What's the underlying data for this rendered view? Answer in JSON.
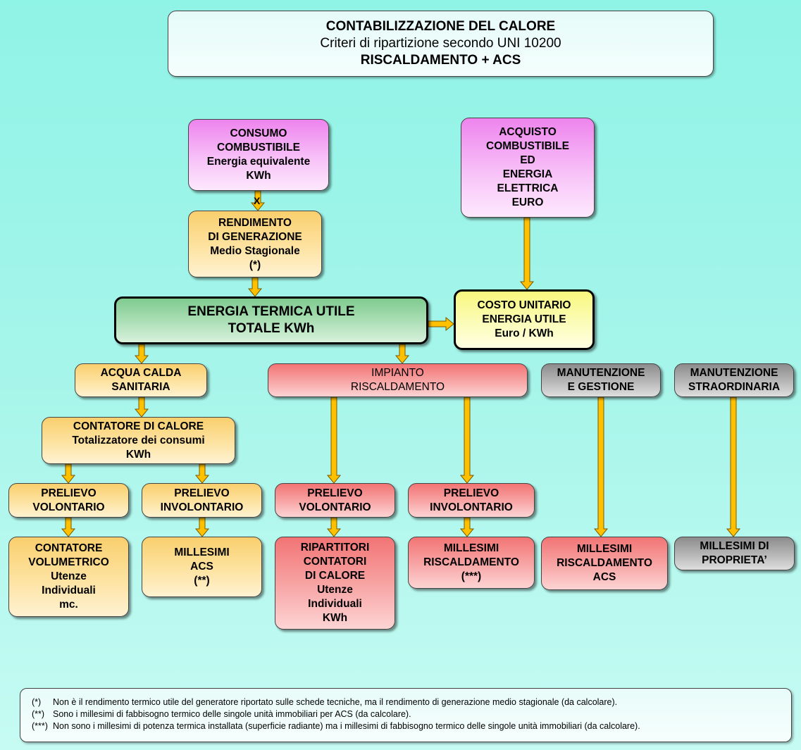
{
  "title": {
    "line1": "CONTABILIZZAZIONE DEL CALORE",
    "line2": "Criteri di ripartizione secondo UNI 10200",
    "line3": "RISCALDAMENTO + ACS"
  },
  "connector_label": "X",
  "nodes": {
    "consumo": [
      "CONSUMO",
      "COMBUSTIBILE",
      "Energia equivalente",
      "KWh"
    ],
    "acquisto": [
      "ACQUISTO",
      "COMBUSTIBILE",
      "ED",
      "ENERGIA",
      "ELETTRICA",
      "EURO"
    ],
    "rendimento": [
      "RENDIMENTO",
      "DI GENERAZIONE",
      "Medio Stagionale",
      "(*)"
    ],
    "energia": [
      "ENERGIA TERMICA UTILE",
      "TOTALE  KWh"
    ],
    "costo": [
      "COSTO UNITARIO",
      "ENERGIA UTILE",
      "Euro / KWh"
    ],
    "acs": [
      "ACQUA CALDA",
      "SANITARIA"
    ],
    "impianto": [
      "IMPIANTO",
      "RISCALDAMENTO"
    ],
    "man_gestione": [
      "MANUTENZIONE",
      "E GESTIONE"
    ],
    "man_straord": [
      "MANUTENZIONE",
      "STRAORDINARIA"
    ],
    "contatore_calore": [
      "CONTATORE DI CALORE",
      "Totalizzatore dei consumi",
      "KWh"
    ],
    "prel_vol_acs": [
      "PRELIEVO",
      "VOLONTARIO"
    ],
    "prel_invol_acs": [
      "PRELIEVO",
      "INVOLONTARIO"
    ],
    "prel_vol_risc": [
      "PRELIEVO",
      "VOLONTARIO"
    ],
    "prel_invol_risc": [
      "PRELIEVO",
      "INVOLONTARIO"
    ],
    "contatore_vol": [
      "CONTATORE",
      "VOLUMETRICO",
      "Utenze",
      "Individuali",
      "mc."
    ],
    "millesimi_acs": [
      "MILLESIMI",
      "ACS",
      "(**)"
    ],
    "ripartitori": [
      "RIPARTITORI",
      "CONTATORI",
      "DI CALORE",
      "Utenze",
      "Individuali",
      "KWh"
    ],
    "millesimi_risc": [
      "MILLESIMI",
      "RISCALDAMENTO",
      "(***)"
    ],
    "millesimi_risc_acs": [
      "MILLESIMI",
      "RISCALDAMENTO",
      "ACS"
    ],
    "millesimi_prop": [
      "MILLESIMI DI",
      "PROPRIETA’"
    ]
  },
  "notes": [
    {
      "mark": "(*)",
      "text": "Non è il rendimento termico utile del generatore riportato sulle schede tecniche, ma il rendimento di generazione  medio stagionale  (da calcolare)."
    },
    {
      "mark": "(**)",
      "text": "Sono i millesimi di fabbisogno termico delle singole unità immobiliari per ACS (da calcolare)."
    },
    {
      "mark": "(***)",
      "text": "Non sono i millesimi di potenza termica installata  (superficie radiante)  ma i millesimi di fabbisogno termico delle singole unità immobiliari (da calcolare)."
    }
  ],
  "colors": {
    "arrow_fill": "#ffc000",
    "arrow_stroke": "#7a5a00",
    "pink": "#f2a0f2",
    "orange": "#fde3a2",
    "red": "#f8a7a7",
    "gray": "#b8b8b8",
    "green": "#aee0b8",
    "yellow": "#fcfcb8"
  }
}
